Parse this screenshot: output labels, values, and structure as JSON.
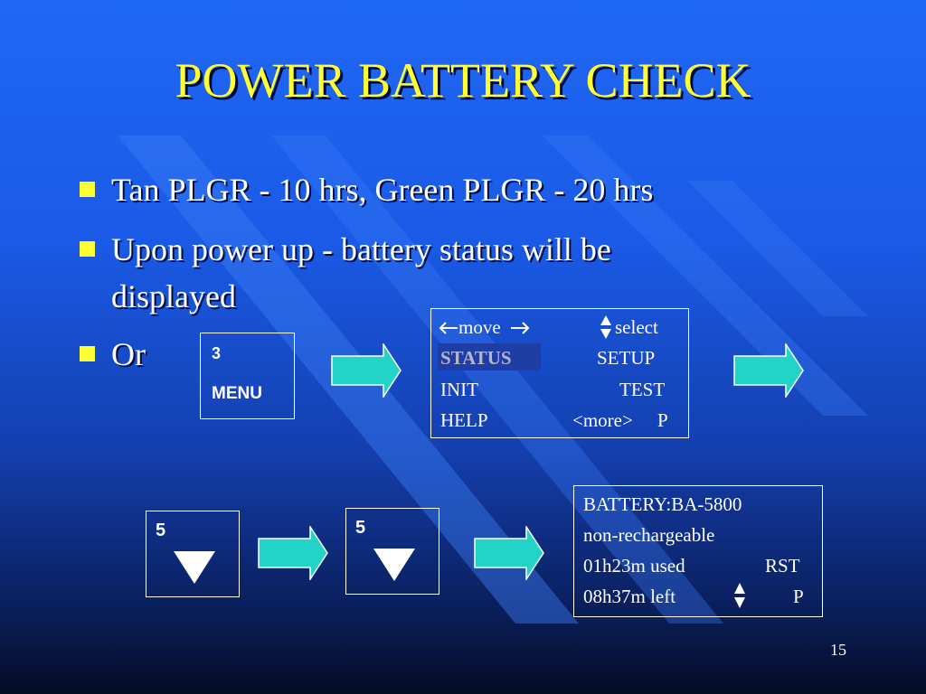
{
  "slide": {
    "title": "POWER BATTERY CHECK",
    "page_number": "15"
  },
  "bullets": [
    {
      "line1": "Tan PLGR - 10 hrs, Green PLGR - 20 hrs"
    },
    {
      "line1": "Upon power up - battery status will be",
      "line2": "displayed"
    },
    {
      "line1": "Or"
    }
  ],
  "keys": {
    "menu_key": {
      "number": "3",
      "label": "MENU"
    },
    "down_key_1": {
      "number": "5"
    },
    "down_key_2": {
      "number": "5"
    }
  },
  "menu_screen": {
    "move_label": "move",
    "select_label": "select",
    "status": "STATUS",
    "setup": "SETUP",
    "init": "INIT",
    "test": "TEST",
    "help": "HELP",
    "more": "<more>",
    "p": "P"
  },
  "battery_screen": {
    "line1": "BATTERY:BA-5800",
    "line2": "non-rechargeable",
    "used": "01h23m used",
    "rst": "RST",
    "left": "08h37m  left",
    "p": "P"
  },
  "colors": {
    "title": "#ffff33",
    "bullet_mark": "#ffff33",
    "arrow_fill": "#22d3c8",
    "highlight": "#1e3ea6",
    "highlight_text": "#b4b4cc"
  }
}
